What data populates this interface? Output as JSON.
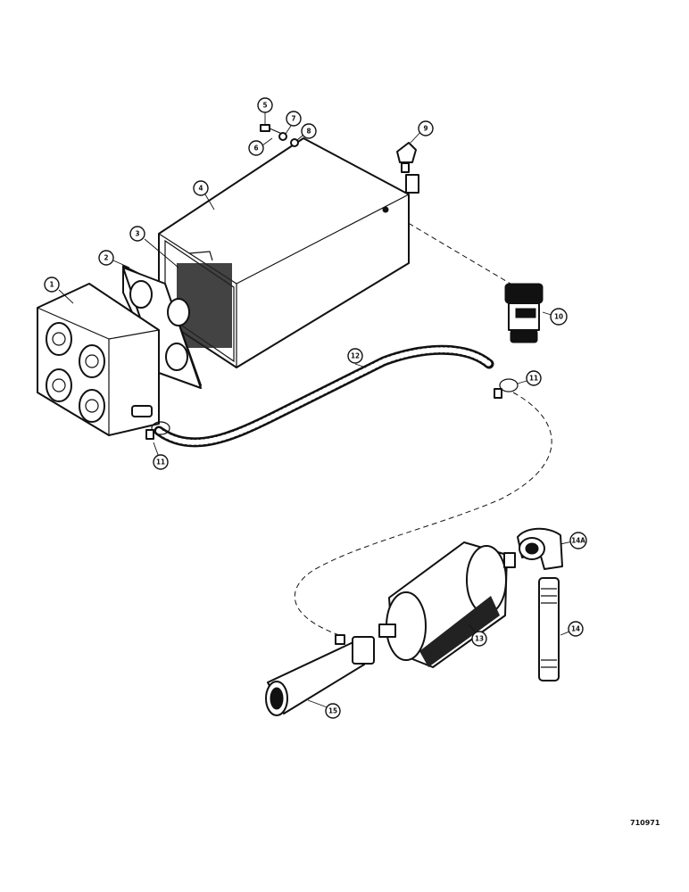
{
  "callouts": {
    "c1": "1",
    "c2": "2",
    "c3": "3",
    "c4": "4",
    "c5": "5",
    "c6": "6",
    "c7": "7",
    "c8": "8",
    "c9": "9",
    "c10": "10",
    "c11a": "11",
    "c11b": "11",
    "c12": "12",
    "c13": "13",
    "c14": "14",
    "c14a": "14A",
    "c15": "15"
  },
  "document_number": "710971"
}
